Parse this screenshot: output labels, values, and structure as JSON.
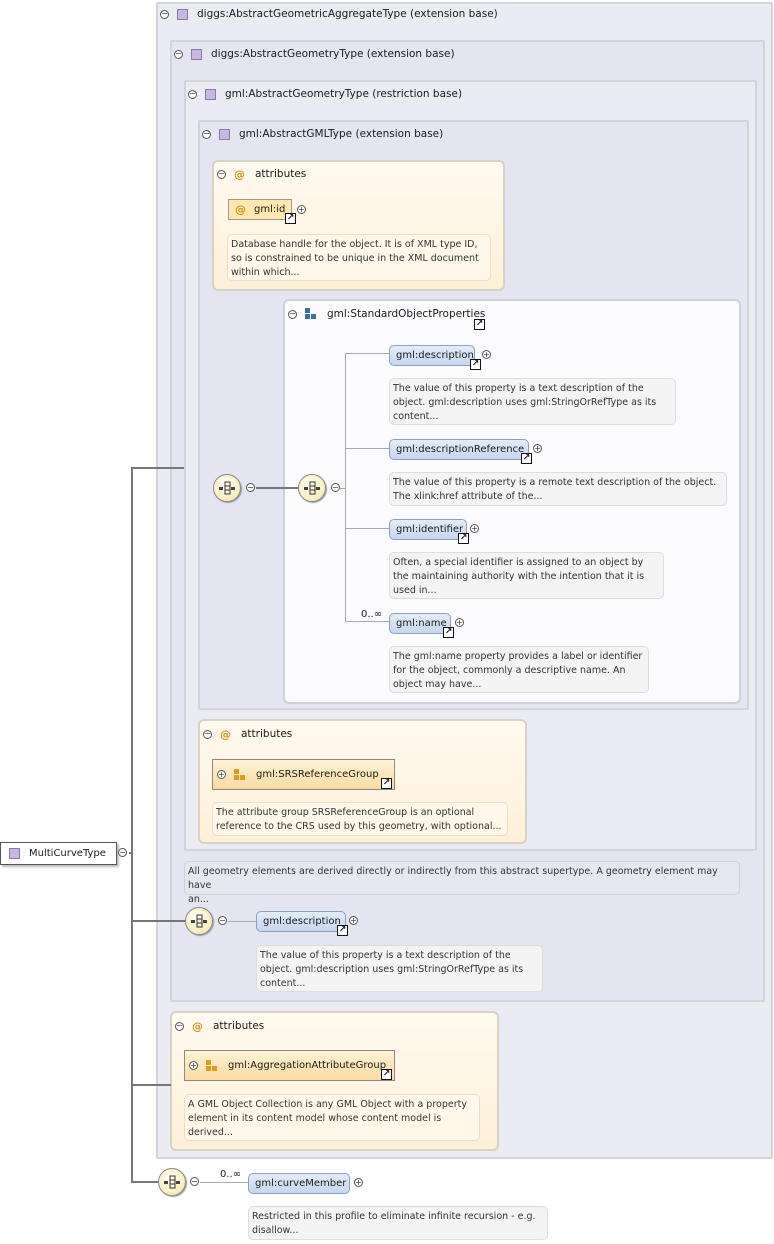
{
  "root": {
    "label": "MultiCurveType",
    "icon": "complex-type-icon"
  },
  "types": {
    "aggregate": {
      "label": "diggs:AbstractGeometricAggregateType (extension base)"
    },
    "geometry": {
      "label": "diggs:AbstractGeometryType (extension base)"
    },
    "gmlgeometry": {
      "label": "gml:AbstractGeometryType (restriction base)"
    },
    "gmltype": {
      "label": "gml:AbstractGMLType (extension base)"
    }
  },
  "attributes_label": "attributes",
  "gml_id": {
    "label": "gml:id",
    "doc": [
      "Database handle for the object. It is of XML type ID,",
      "so is constrained to be unique in the XML document",
      "within which..."
    ]
  },
  "std_props": {
    "label": "gml:StandardObjectProperties"
  },
  "elements": [
    {
      "label": "gml:description",
      "doc": [
        "The value of this property is a text description of the",
        "object. gml:description uses gml:StringOrRefType as its",
        "content..."
      ]
    },
    {
      "label": "gml:descriptionReference",
      "doc": [
        "The value of this property is a remote text description of the object.",
        "The xlink:href attribute of the..."
      ]
    },
    {
      "label": "gml:identifier",
      "doc": [
        "Often, a special identifier is assigned to an object by",
        "the maintaining authority with the intention that it is",
        "used in..."
      ]
    },
    {
      "label": "gml:name",
      "doc": [
        "The gml:name property provides a label or identifier",
        "for the object, commonly a descriptive name. An",
        "object may have..."
      ]
    }
  ],
  "name_cardinality": "0..∞",
  "srs_group": {
    "label": "gml:SRSReferenceGroup",
    "doc": [
      "The attribute group SRSReferenceGroup is an optional",
      "reference to the CRS used by this geometry, with optional..."
    ]
  },
  "geometry_doc": [
    "All geometry elements are derived directly or indirectly from this abstract supertype. A geometry element may have",
    "an..."
  ],
  "desc2": {
    "label": "gml:description",
    "doc": [
      "The value of this property is a text description of the",
      "object. gml:description uses gml:StringOrRefType as its",
      "content..."
    ]
  },
  "agg_group": {
    "label": "gml:AggregationAttributeGroup",
    "doc": [
      "A GML Object Collection is any GML Object with a property",
      "element in its content model whose content model is",
      "derived..."
    ]
  },
  "curve_member": {
    "label": "gml:curveMember",
    "cardinality": "0..∞",
    "doc": [
      "Restricted in this profile to eliminate infinite recursion - e.g.",
      "disallow..."
    ]
  },
  "symbols": {
    "collapse": "−",
    "expand": "+",
    "arrow": "↗",
    "at": "@"
  }
}
